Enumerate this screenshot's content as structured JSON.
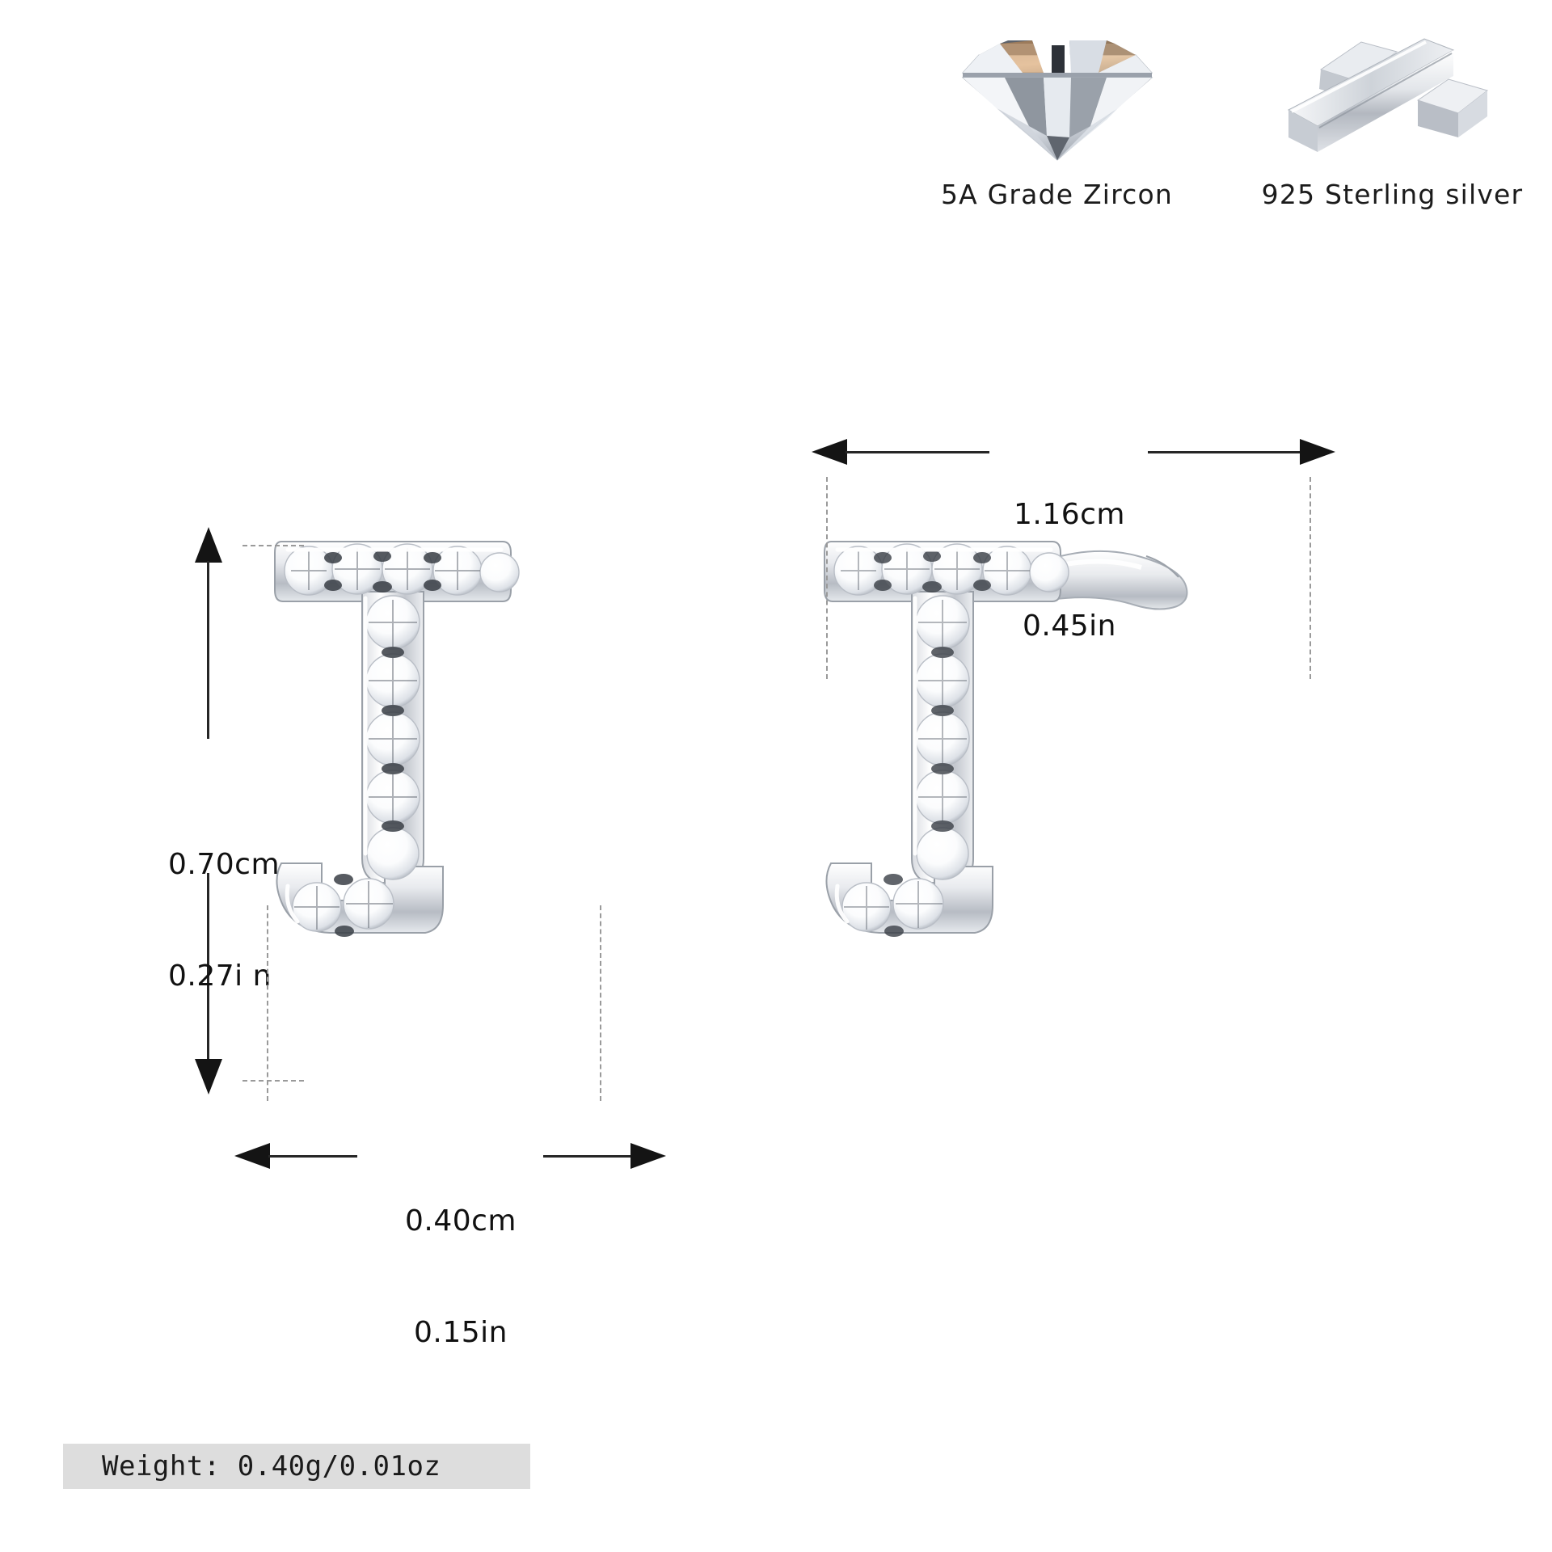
{
  "features": [
    {
      "icon": "diamond-gem-icon",
      "label": "5A Grade Zircon"
    },
    {
      "icon": "silver-bars-icon",
      "label": "925 Sterling silver"
    }
  ],
  "dimensions": {
    "height": {
      "cm": "0.70cm",
      "in": "0.27i n"
    },
    "width": {
      "cm": "0.40cm",
      "in": "0.15in"
    },
    "pair_width": {
      "cm": "1.16cm",
      "in": "0.45in"
    }
  },
  "weight": {
    "label": "Weight: 0.40g/0.01oz"
  },
  "product": {
    "letter": "J",
    "front_view_alt": "letter-J-pave-stud-front",
    "side_view_alt": "letter-J-pave-stud-with-post"
  },
  "colors": {
    "background": "#ffffff",
    "text": "#111111",
    "arrow": "#141414",
    "guide_dash": "#9a9a9a",
    "chip_bg": "#dddddd",
    "metal_light": "#ffffff",
    "metal_mid": "#c9ccd2",
    "metal_dark": "#7e838c"
  }
}
